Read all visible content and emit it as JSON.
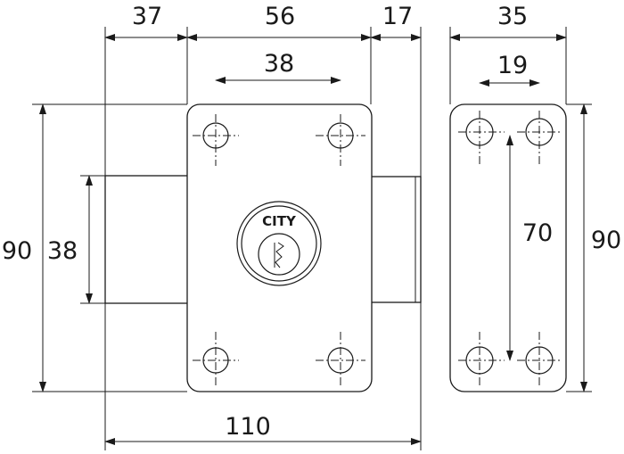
{
  "dimensions": {
    "body_offset": "37",
    "plate_width": "56",
    "bolt_projection": "17",
    "hole_spacing_front": "38",
    "overall_width": "110",
    "height_left": "90",
    "bolt_height": "38",
    "side_width": "35",
    "hole_spacing_side": "19",
    "side_hole_spacing_vertical": "70",
    "height_right": "90"
  },
  "cylinder": {
    "brand_label": "CITY"
  }
}
